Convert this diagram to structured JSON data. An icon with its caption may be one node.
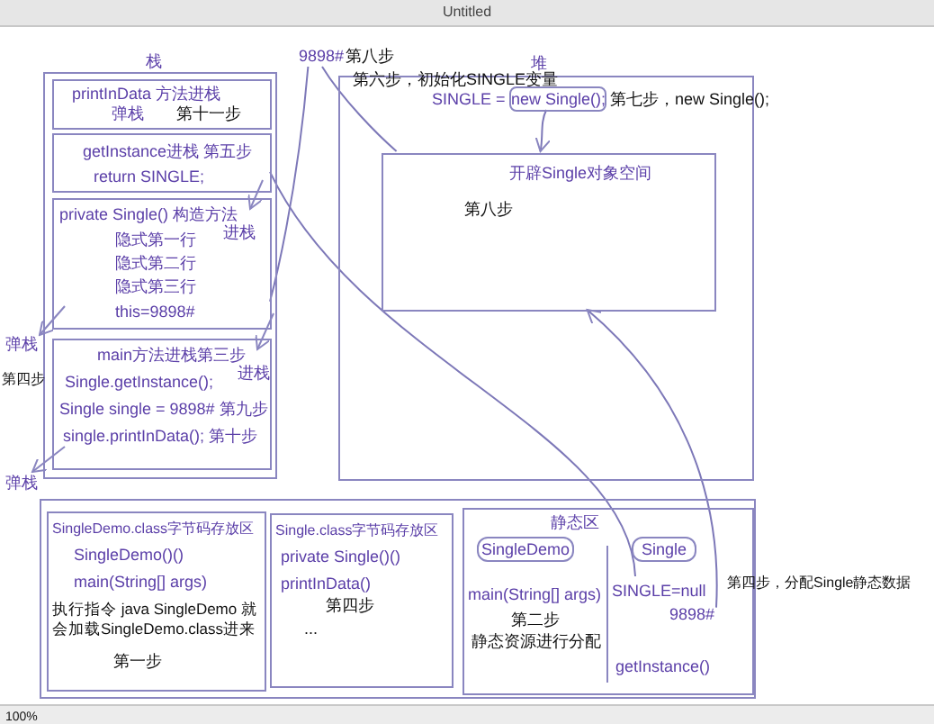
{
  "diagram": {
    "title": "Untitled",
    "nodes": [
      {
        "text": [
          "栈"
        ]
      },
      {
        "text": [
          "printInData 方法进栈",
          "第十一步"
        ],
        "in": 0
      },
      {
        "text": [
          "getInstance进栈 第五步",
          "return SINGLE;"
        ],
        "in": 0
      },
      {
        "text": [
          "private Single() 构造方法",
          "隐式第一行",
          "隐式第二行",
          "隐式第三行",
          "this=9898#"
        ],
        "in": 0
      },
      {
        "text": [
          "main方法进栈第三步",
          "Single.getInstance();",
          "Single single = 9898# 第九步",
          "single.printInData(); 第十步"
        ],
        "in": 0
      },
      {
        "text": [
          "堆"
        ]
      },
      {
        "text": [
          "开辟Single对象空间",
          "第八步"
        ],
        "in": 5
      },
      {
        "text": [
          "new Single();"
        ],
        "in": 5
      },
      {
        "text": [
          "9898#"
        ]
      },
      {
        "text": [],
        "shape": "box"
      },
      {
        "text": [
          "SingleDemo.class字节码存放区",
          "SingleDemo()()",
          "main(String[] args)",
          "执行指令 java SingleDemo 就会加载SingleDemo.class进来",
          "第一步"
        ],
        "in": 9
      },
      {
        "text": [
          "Single.class字节码存放区",
          "private Single()()",
          "printInData()",
          "第四步",
          "..."
        ],
        "in": 9
      },
      {
        "text": [
          "静态区",
          "main(String[] args)",
          "第二步",
          "静态资源进行分配",
          "getInstance()"
        ],
        "in": 9
      },
      {
        "text": [
          "SingleDemo"
        ],
        "in": 12
      },
      {
        "text": [
          "Single"
        ],
        "in": 12
      },
      {
        "text": [
          "SINGLE=null"
        ],
        "in": 12
      },
      {
        "text": [
          "9898#"
        ],
        "in": 12
      }
    ],
    "edges": [
      {
        "from": 2,
        "to": 15,
        "arrow": "none"
      },
      {
        "from": 8,
        "to": 3,
        "arrow": "none"
      },
      {
        "from": 8,
        "to": 6,
        "arrow": "none"
      },
      {
        "from": 7,
        "to": 6,
        "arrow": "to"
      },
      {
        "from": 16,
        "to": 6,
        "arrow": "to"
      }
    ],
    "labels": [
      "第八步",
      "第六步，初始化SINGLE变量",
      "SINGLE =",
      "第七步，new Single();",
      "弹栈",
      "进栈",
      "弹栈",
      "进栈",
      "第四步",
      "弹栈",
      "第四步，分配Single静态数据",
      "100%"
    ]
  }
}
